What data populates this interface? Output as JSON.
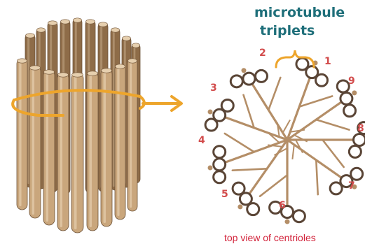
{
  "diagram": {
    "header_label_line1": "microtubule",
    "header_label_line2": "triplets",
    "caption": "top view of centrioles",
    "triplet_numbers": [
      "1",
      "2",
      "3",
      "4",
      "5",
      "6",
      "7",
      "8",
      "9"
    ]
  },
  "colors": {
    "rod_fill": "#c9a67c",
    "rod_shadow": "#8e6c48",
    "rod_highlight": "#e6cfae",
    "arrow": "#eda52c",
    "spoke": "#b48e67",
    "triplet_ring": "#5a4536",
    "triplet_fill": "#ffffff",
    "number_text": "#d24b4b",
    "label_text": "#1f6f7a",
    "bracket": "#eda52c",
    "caption_text": "#d2223a"
  },
  "icons": [
    "centriole-cylinder-icon",
    "cross-section-icon",
    "arrow-right-icon"
  ]
}
